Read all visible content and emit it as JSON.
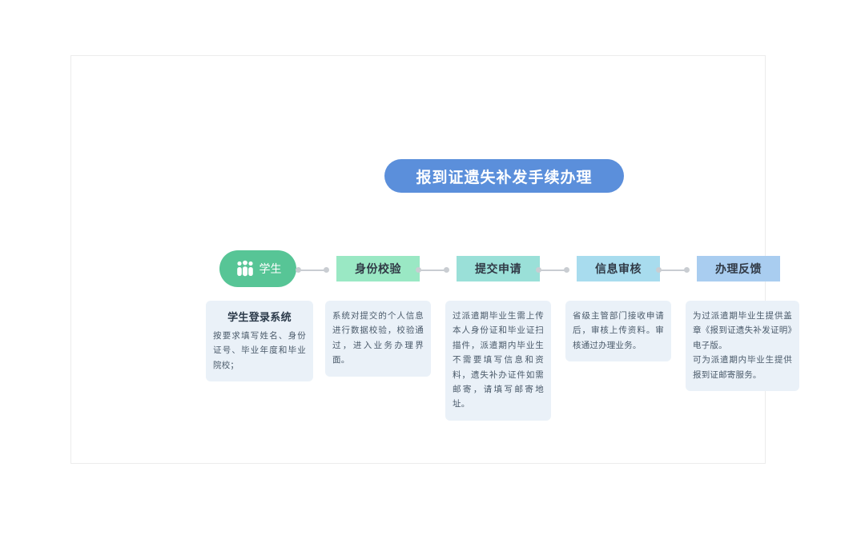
{
  "header": {
    "title": "报到证遗失补发手续办理"
  },
  "actor": {
    "label": "学生",
    "icon": "people-icon",
    "color": "#57c596"
  },
  "steps": [
    {
      "label": "身份校验",
      "color": "#9ae8c4"
    },
    {
      "label": "提交申请",
      "color": "#9ae0d8"
    },
    {
      "label": "信息审核",
      "color": "#a8dcee"
    },
    {
      "label": "办理反馈",
      "color": "#a9cdf0"
    }
  ],
  "cards": [
    {
      "title": "学生登录系统",
      "lines": [
        "按要求填写姓名、身份证号、毕业年度和毕业院校；"
      ]
    },
    {
      "title": "",
      "lines": [
        "系统对提交的个人信息进行数据校验，校验通过，进入业务办理界面。"
      ]
    },
    {
      "title": "",
      "lines": [
        "过派遣期毕业生需上传本人身份证和毕业证扫描件，派遣期内毕业生不需要填写信息和资料，遗失补办证件如需邮寄，请填写邮寄地址。"
      ]
    },
    {
      "title": "",
      "lines": [
        "省级主管部门接收申请后，审核上传资料。审核通过办理业务。"
      ]
    },
    {
      "title": "",
      "lines": [
        "为过派遣期毕业生提供盖章《报到证遗失补发证明》电子版。",
        "可为派遣期内毕业生提供报到证邮寄服务。"
      ]
    }
  ],
  "colors": {
    "title_pill": "#5b8fdb",
    "card_bg": "#eaf1f8",
    "connector": "#c9cdd2",
    "frame_border": "#ececec"
  }
}
